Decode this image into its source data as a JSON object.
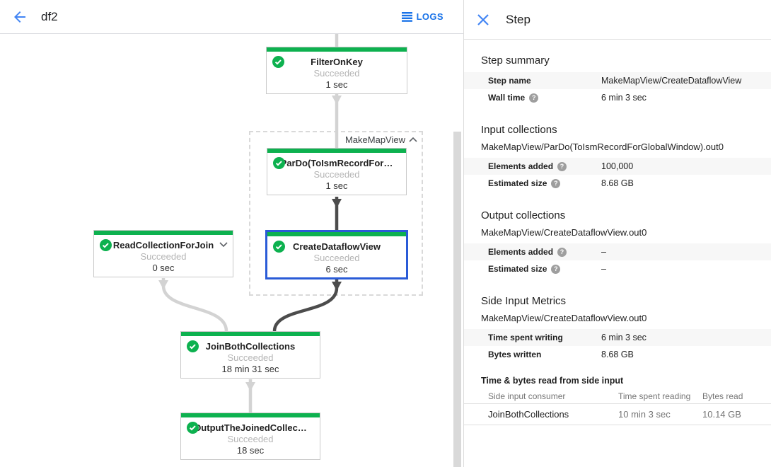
{
  "header": {
    "title": "df2",
    "logs_label": "LOGS"
  },
  "graph": {
    "group": {
      "label": "MakeMapView"
    },
    "nodes": [
      {
        "title": "FilterOnKey",
        "status": "Succeeded",
        "time": "1 sec"
      },
      {
        "title": "ParDo(ToIsmRecordFor…",
        "status": "Succeeded",
        "time": "1 sec"
      },
      {
        "title": "CreateDataflowView",
        "status": "Succeeded",
        "time": "6 sec",
        "selected": true
      },
      {
        "title": "ReadCollectionForJoin",
        "status": "Succeeded",
        "time": "0 sec"
      },
      {
        "title": "JoinBothCollections",
        "status": "Succeeded",
        "time": "18 min 31 sec"
      },
      {
        "title": "OutputTheJoinedCollec…",
        "status": "Succeeded",
        "time": "18 sec"
      }
    ]
  },
  "panel": {
    "title": "Step",
    "summary": {
      "heading": "Step summary",
      "rows": [
        {
          "label": "Step name",
          "value": "MakeMapView/CreateDataflowView"
        },
        {
          "label": "Wall time",
          "value": "6 min 3 sec"
        }
      ]
    },
    "input": {
      "heading": "Input collections",
      "collection": "MakeMapView/ParDo(ToIsmRecordForGlobalWindow).out0",
      "rows": [
        {
          "label": "Elements added",
          "value": "100,000"
        },
        {
          "label": "Estimated size",
          "value": "8.68 GB"
        }
      ]
    },
    "output": {
      "heading": "Output collections",
      "collection": "MakeMapView/CreateDataflowView.out0",
      "rows": [
        {
          "label": "Elements added",
          "value": "–"
        },
        {
          "label": "Estimated size",
          "value": "–"
        }
      ]
    },
    "side_input": {
      "heading": "Side Input Metrics",
      "collection": "MakeMapView/CreateDataflowView.out0",
      "rows": [
        {
          "label": "Time spent writing",
          "value": "6 min 3 sec"
        },
        {
          "label": "Bytes written",
          "value": "8.68 GB"
        }
      ],
      "table": {
        "title": "Time & bytes read from side input",
        "columns": [
          "Side input consumer",
          "Time spent reading",
          "Bytes read"
        ],
        "rows": [
          {
            "consumer": "JoinBothCollections",
            "time": "10 min 3 sec",
            "bytes": "10.14 GB"
          }
        ]
      }
    }
  },
  "colors": {
    "succeeded_green": "#0db14f",
    "selected_blue": "#2a5bd7",
    "accent_blue": "#1a73e8",
    "edge_light": "#d3d3d3",
    "edge_dark": "#4c4c4c"
  }
}
